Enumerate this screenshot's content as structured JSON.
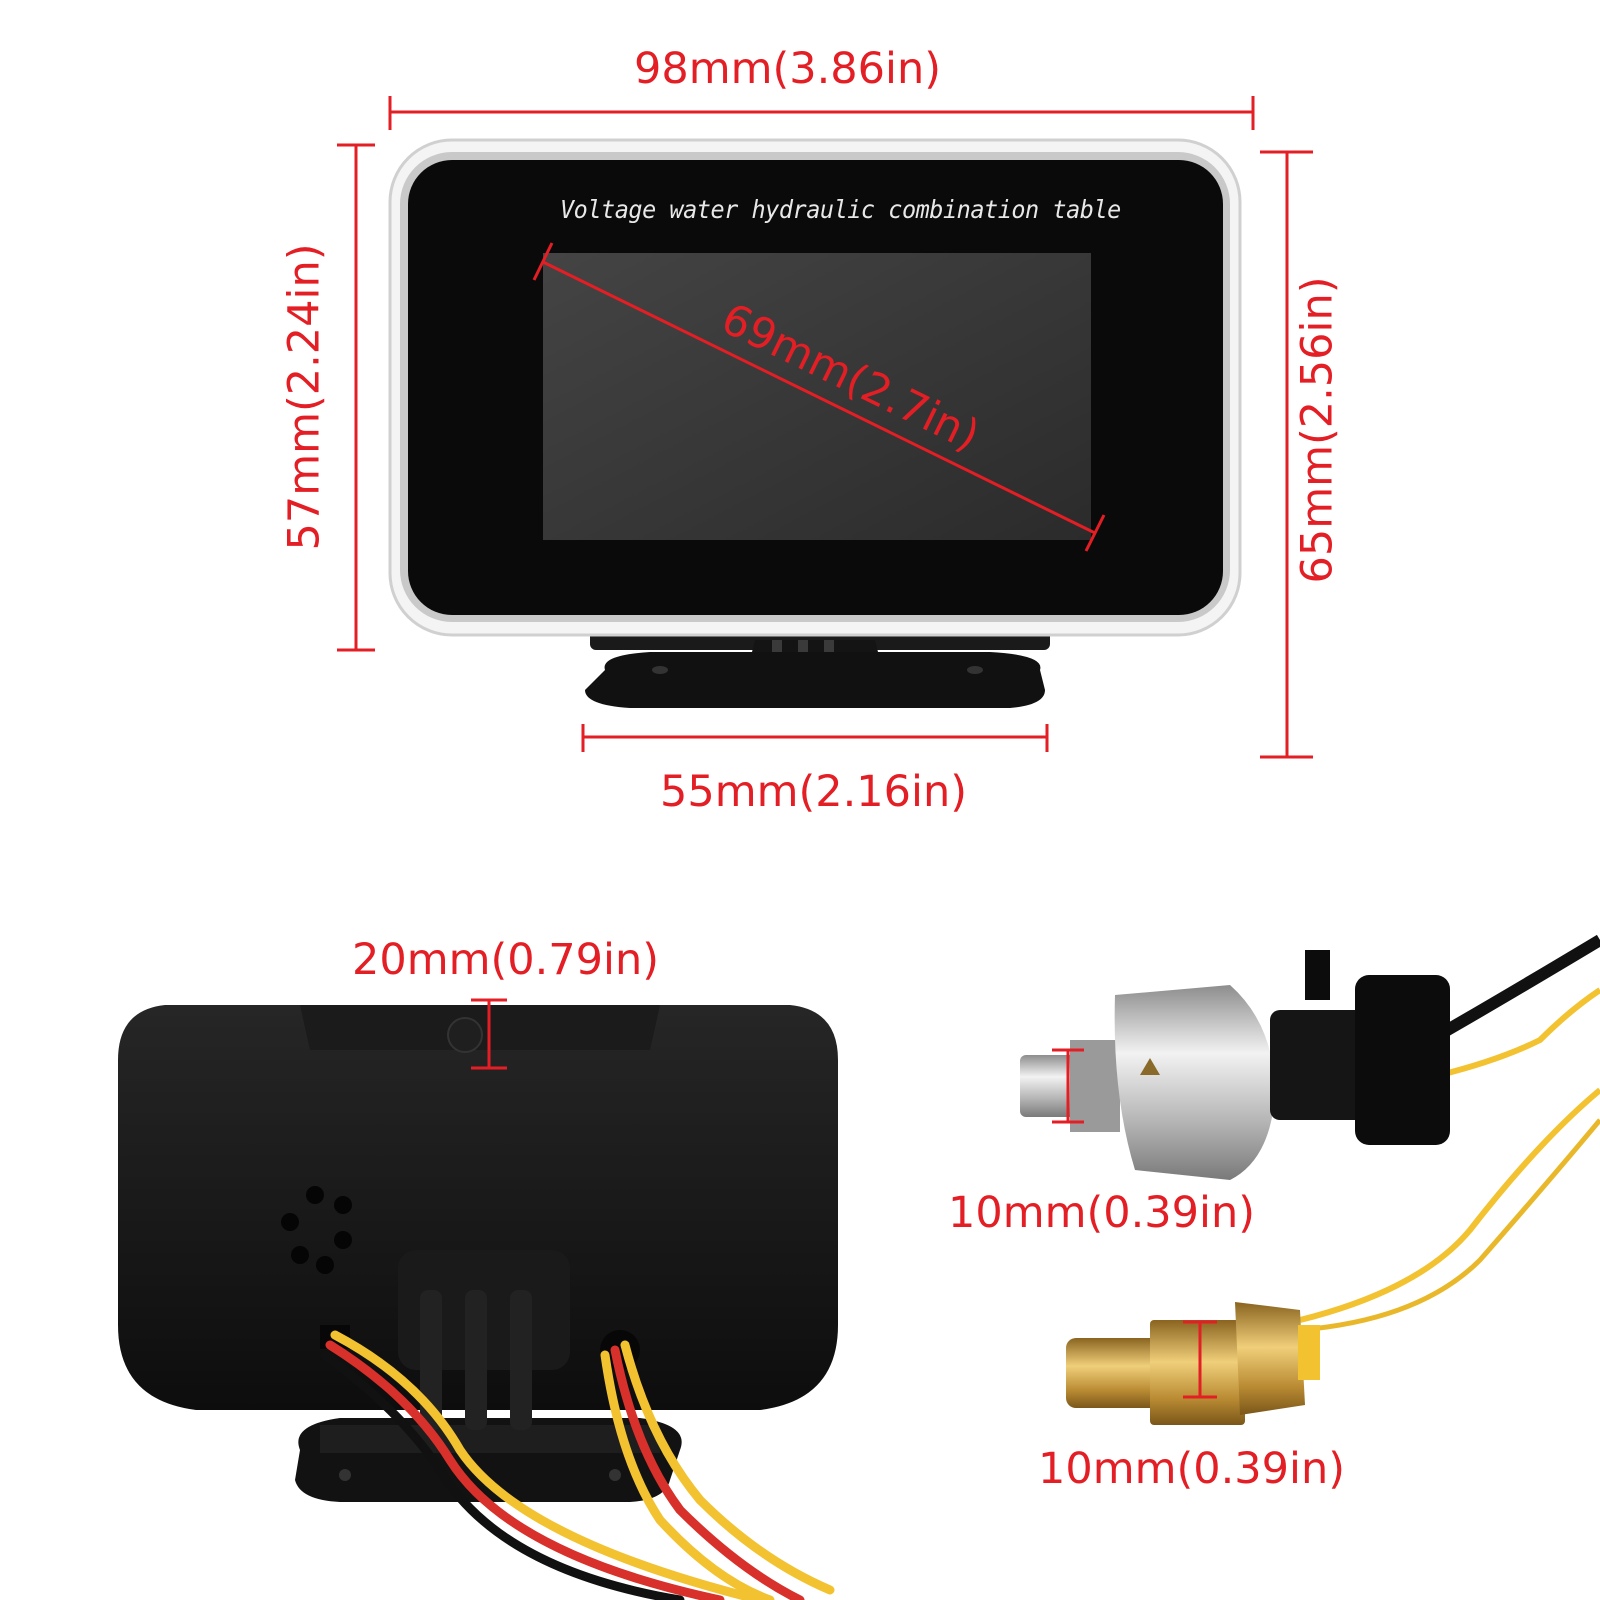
{
  "product": {
    "screen_title": "Voltage water hydraulic combination table"
  },
  "dimensions": {
    "width": "98mm(3.86in)",
    "height_screen": "57mm(2.24in)",
    "height_total": "65mm(2.56in)",
    "diagonal": "69mm(2.7in)",
    "base_width": "55mm(2.16in)",
    "depth": "20mm(0.79in)",
    "pressure_thread": "10mm(0.39in)",
    "temp_thread": "10mm(0.39in)"
  },
  "colors": {
    "dimension": "#e31e24",
    "bezel": "#0a0a0a",
    "display": "#3a3a3a",
    "wire_yellow": "#f2c230",
    "wire_red": "#d8302a",
    "brass": "#c79a3a",
    "steel": "#c8c8c8"
  }
}
